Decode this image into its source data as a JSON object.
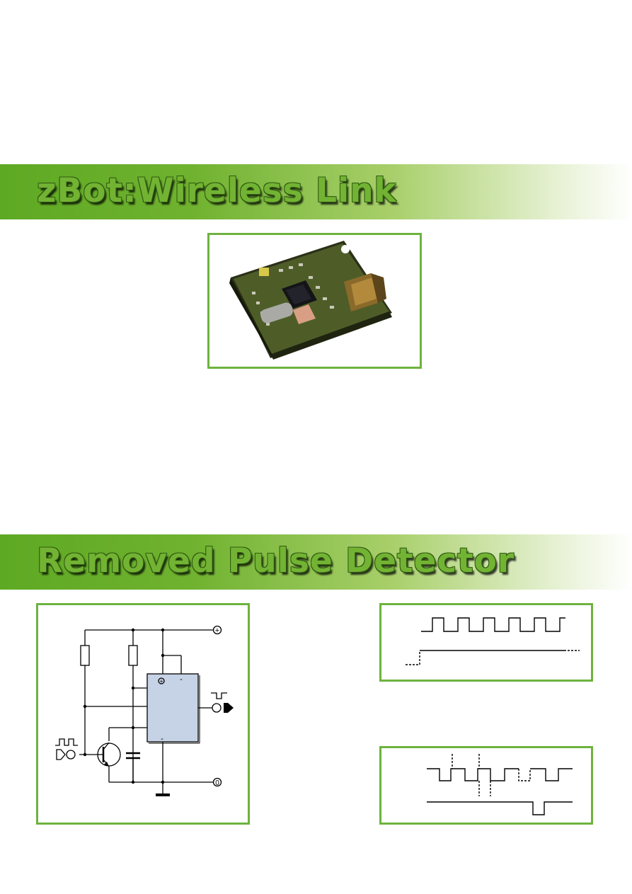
{
  "sections": [
    {
      "title": "zBot:Wireless Link"
    },
    {
      "title": "Removed Pulse Detector"
    }
  ],
  "colors": {
    "banner_green": "#5ea923",
    "frame_border": "#6db33f",
    "chip_fill": "#c6d2e6",
    "title_fill": "#73b334"
  },
  "figures": {
    "module_photo": {
      "icon": "wireless-module-board-photo"
    },
    "schematic": {
      "icons": [
        "resistor-icon",
        "npn-transistor-icon",
        "capacitor-icon",
        "ic-chip-icon",
        "output-arrow-icon",
        "ground-icon",
        "pulse-input-icon"
      ],
      "chip_pins": {
        "plus": "+",
        "minus_top": "-",
        "minus_bottom": "-"
      },
      "terminals": {
        "supply": "+",
        "ground": "0"
      }
    },
    "timing_top": {
      "icon": "pulse-train-waveform"
    },
    "timing_bottom": {
      "icon": "missing-pulse-waveform"
    }
  }
}
